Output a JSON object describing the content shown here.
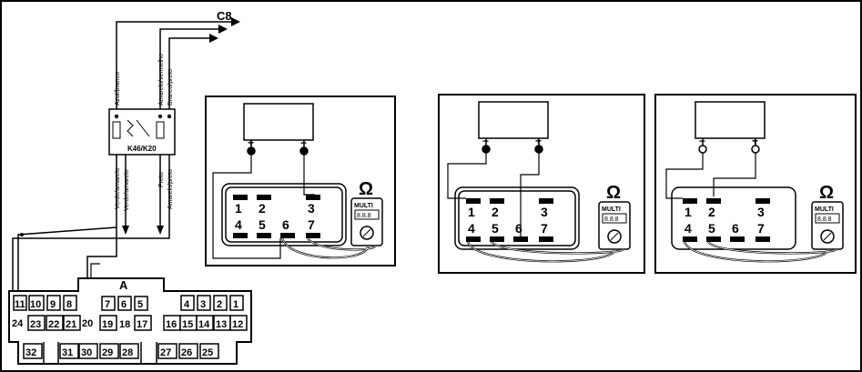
{
  "top_label": "C8",
  "relay": {
    "label": "K46/K20"
  },
  "wires_top": [
    "Azul/branco",
    "Amarelo/vermelho",
    "Branco/preto"
  ],
  "wires_bottom": [
    "Verde/amarelo",
    "Verde/amarelo",
    "Preto",
    "Amarelo/preto"
  ],
  "connector": {
    "label": "A",
    "row1_left": [
      "11",
      "10",
      "9",
      "8"
    ],
    "row1_mid": [
      "7",
      "6",
      "5"
    ],
    "row1_right": [
      "4",
      "3",
      "2",
      "1"
    ],
    "row2_left": [
      "24",
      "23",
      "22",
      "21",
      "20",
      "19",
      "18",
      "17"
    ],
    "row2_right": [
      "16",
      "15",
      "14",
      "13",
      "12"
    ],
    "row3": [
      "32",
      "31",
      "30",
      "29",
      "28",
      "27",
      "26",
      "25"
    ]
  },
  "panels": [
    {
      "polarity_a": "+",
      "polarity_b": "−",
      "pins_top": [
        "1",
        "2",
        "3"
      ],
      "pins_bottom": [
        "4",
        "5",
        "6",
        "7"
      ],
      "meter_symbol": "Ω",
      "meter_label": "MULTI",
      "meter_display": "8.8.8"
    },
    {
      "polarity_a": "−",
      "polarity_b": "+",
      "pins_top": [
        "1",
        "2",
        "3"
      ],
      "pins_bottom": [
        "4",
        "5",
        "6",
        "7"
      ],
      "meter_symbol": "Ω",
      "meter_label": "MULTI",
      "meter_display": "8.8.8"
    },
    {
      "polarity_a": "−",
      "polarity_b": "+",
      "pins_top": [
        "1",
        "2",
        "3"
      ],
      "pins_bottom": [
        "4",
        "5",
        "6",
        "7"
      ],
      "meter_symbol": "Ω",
      "meter_label": "MULTI",
      "meter_display": "8.8.8"
    }
  ]
}
